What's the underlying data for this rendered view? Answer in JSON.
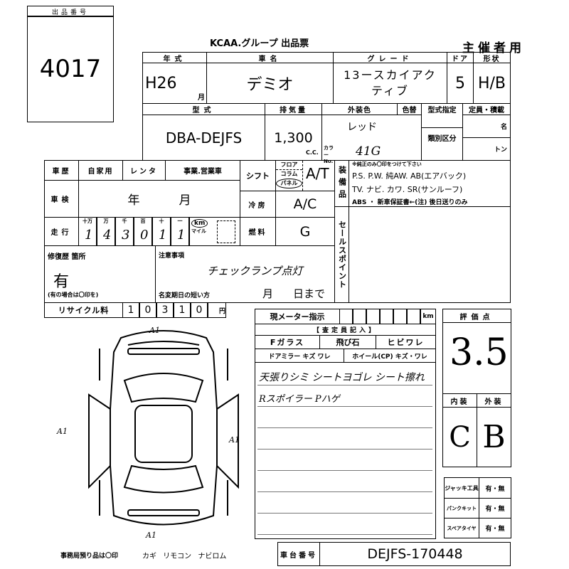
{
  "lot": {
    "header": "出品番号",
    "number": "4017"
  },
  "title": {
    "brand": "KCAA",
    "text": ".グループ 出品票",
    "copy": "主催者用"
  },
  "row1": {
    "year_h": "年式",
    "year": "H26",
    "month_unit": "月",
    "name_h": "車名",
    "name": "デミオ",
    "grade_h": "グレード",
    "grade": "13ースカイアクティブ",
    "doors_h": "ドア",
    "doors": "5",
    "body_h": "形状",
    "body": "H/B"
  },
  "row2": {
    "model_h": "型式",
    "model": "DBA-DEJFS",
    "disp_h": "排気量",
    "disp": "1,300",
    "disp_unit": "C.C.",
    "color_h": "外装色",
    "color": "レッド",
    "color_no_label": "カラーNo.",
    "color_no": "41G",
    "recolor_h": "色替",
    "type_spec_h": "型式指定",
    "class_h": "類別区分",
    "capacity_h": "定員・積載",
    "persons": "名",
    "tons": "トン"
  },
  "history": {
    "label": "車歴",
    "opt1": "自家用",
    "opt2": "レンタ",
    "opt3": "事業.営業車"
  },
  "shift": {
    "label": "シフト",
    "floor": "フロア",
    "column": "コラム",
    "panel": "パネル",
    "value": "A/T"
  },
  "inspection": {
    "label": "車検",
    "year": "年",
    "month": "月"
  },
  "aircon": {
    "label": "冷房",
    "value": "A/C"
  },
  "mileage": {
    "label": "走行",
    "units": [
      "十万",
      "万",
      "千",
      "百",
      "十",
      "一"
    ],
    "digits": [
      "1",
      "4",
      "3",
      "0",
      "1",
      "1"
    ],
    "km": "km",
    "mile": "マイル"
  },
  "fuel": {
    "label": "燃料",
    "value": "G"
  },
  "equipment": {
    "label": "装備品",
    "note": "※純正のみ〇印をつけて下さい",
    "line1": "P.S. P.W. 純AW. AB(エアバック)",
    "line2": "TV. ナビ. カワ. SR(サンルーフ)",
    "line3": "ABS ・ 新車保証書←(注) 後日送りのみ"
  },
  "sales_point": {
    "label": "セールスポイント"
  },
  "repair": {
    "label": "修復歴 箇所",
    "value": "有",
    "note": "(有の場合は〇印を)"
  },
  "notes": {
    "label": "注意事項",
    "value": "チェックランプ点灯",
    "deadline_label": "名変期日の短い方",
    "month": "月",
    "day": "日まで"
  },
  "recycle": {
    "label": "リサイクル料",
    "digits": [
      "1",
      "0",
      "3",
      "1",
      "0"
    ],
    "unit": "円"
  },
  "meter": {
    "label": "現メーター指示",
    "unit": "km"
  },
  "inspector": {
    "header": "【査定員記入】",
    "glass": "Fガラス",
    "chip": "飛び石",
    "crack": "ヒビワレ",
    "mirror": "ドアミラー キズ ワレ",
    "wheel": "ホイール(CP) キズ・ワレ",
    "line1": "天張りシミ シートヨゴレ シート擦れ",
    "line2": "Rスポイラー Pハゲ"
  },
  "score": {
    "header": "評価点",
    "value": "3.5",
    "interior_h": "内装",
    "exterior_h": "外装",
    "interior": "C",
    "exterior": "B"
  },
  "tools": [
    {
      "label": "ジャッキ工具",
      "value": "有・無"
    },
    {
      "label": "パンクキット",
      "value": "有・無"
    },
    {
      "label": "スペアタイヤ",
      "value": "有・無"
    }
  ],
  "diagram": {
    "marks": [
      "A1",
      "A1",
      "A1",
      "A1"
    ]
  },
  "office": {
    "text": "事務局預り品は〇印",
    "items": "カギ リモコン ナビロム"
  },
  "chassis": {
    "label": "車台番号",
    "value": "DEJFS-170448"
  }
}
